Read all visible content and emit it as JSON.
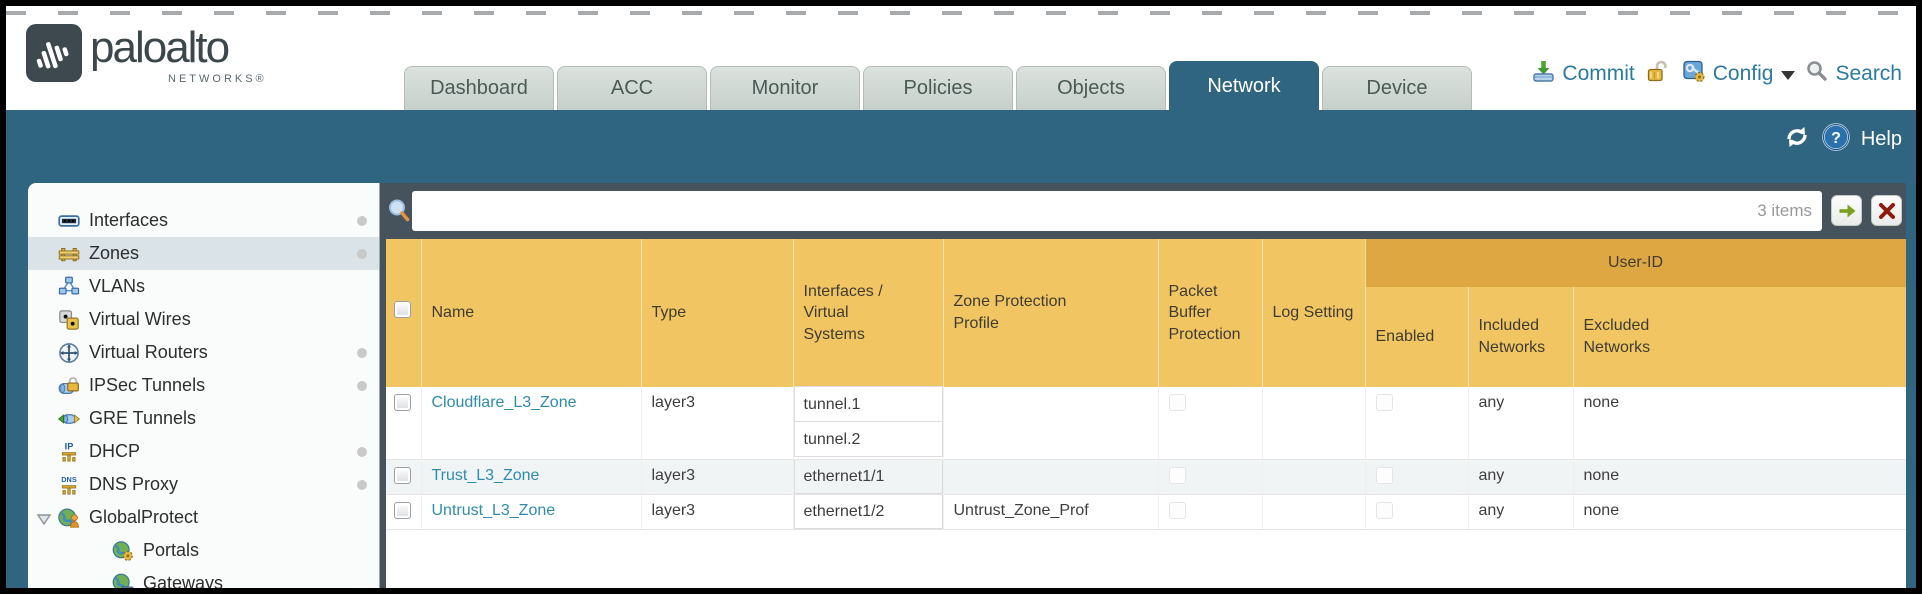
{
  "brand": {
    "name": "paloalto",
    "sub": "NETWORKS®"
  },
  "tabs": {
    "items": [
      "Dashboard",
      "ACC",
      "Monitor",
      "Policies",
      "Objects",
      "Network",
      "Device"
    ],
    "active": "Network"
  },
  "utility": {
    "commit": "Commit",
    "config": "Config",
    "search": "Search"
  },
  "band": {
    "help": "Help"
  },
  "sidebar": {
    "items": [
      {
        "label": "Interfaces",
        "icon": "interfaces-icon",
        "dot": true,
        "selected": false
      },
      {
        "label": "Zones",
        "icon": "zones-icon",
        "dot": true,
        "selected": true
      },
      {
        "label": "VLANs",
        "icon": "vlans-icon",
        "dot": false,
        "selected": false
      },
      {
        "label": "Virtual Wires",
        "icon": "virtual-wires-icon",
        "dot": false,
        "selected": false
      },
      {
        "label": "Virtual Routers",
        "icon": "virtual-routers-icon",
        "dot": true,
        "selected": false
      },
      {
        "label": "IPSec Tunnels",
        "icon": "ipsec-tunnels-icon",
        "dot": true,
        "selected": false
      },
      {
        "label": "GRE Tunnels",
        "icon": "gre-tunnels-icon",
        "dot": false,
        "selected": false
      },
      {
        "label": "DHCP",
        "icon": "dhcp-icon",
        "dot": true,
        "selected": false
      },
      {
        "label": "DNS Proxy",
        "icon": "dns-proxy-icon",
        "dot": true,
        "selected": false
      },
      {
        "label": "GlobalProtect",
        "icon": "globalprotect-icon",
        "dot": false,
        "selected": false,
        "expandable": true
      },
      {
        "label": "Portals",
        "icon": "portals-icon",
        "dot": false,
        "selected": false,
        "indent": true
      },
      {
        "label": "Gateways",
        "icon": "gateways-icon",
        "dot": false,
        "selected": false,
        "indent": true
      }
    ]
  },
  "searchbar": {
    "value": "",
    "count": "3 items"
  },
  "table": {
    "group_header": "User-ID",
    "columns": {
      "name": "Name",
      "type": "Type",
      "interfaces": "Interfaces / Virtual Systems",
      "zone_protection": "Zone Protection Profile",
      "packet_buffer": "Packet Buffer Protection",
      "log_setting": "Log Setting",
      "enabled": "Enabled",
      "included": "Included Networks",
      "excluded": "Excluded Networks"
    },
    "rows": [
      {
        "name": "Cloudflare_L3_Zone",
        "type": "layer3",
        "interfaces": [
          "tunnel.1",
          "tunnel.2"
        ],
        "zone_protection_profile": "",
        "log_setting": "",
        "included_networks": "any",
        "excluded_networks": "none"
      },
      {
        "name": "Trust_L3_Zone",
        "type": "layer3",
        "interfaces": [
          "ethernet1/1"
        ],
        "zone_protection_profile": "",
        "log_setting": "",
        "included_networks": "any",
        "excluded_networks": "none"
      },
      {
        "name": "Untrust_L3_Zone",
        "type": "layer3",
        "interfaces": [
          "ethernet1/2"
        ],
        "zone_protection_profile": "Untrust_Zone_Prof",
        "log_setting": "",
        "included_networks": "any",
        "excluded_networks": "none"
      }
    ]
  },
  "colors": {
    "teal_band": "#2f6581",
    "slate": "#46525c",
    "header_orange": "#f1c662",
    "group_orange": "#dfa742",
    "link_teal": "#2e8cad",
    "row_alt": "#f1f4f5"
  }
}
